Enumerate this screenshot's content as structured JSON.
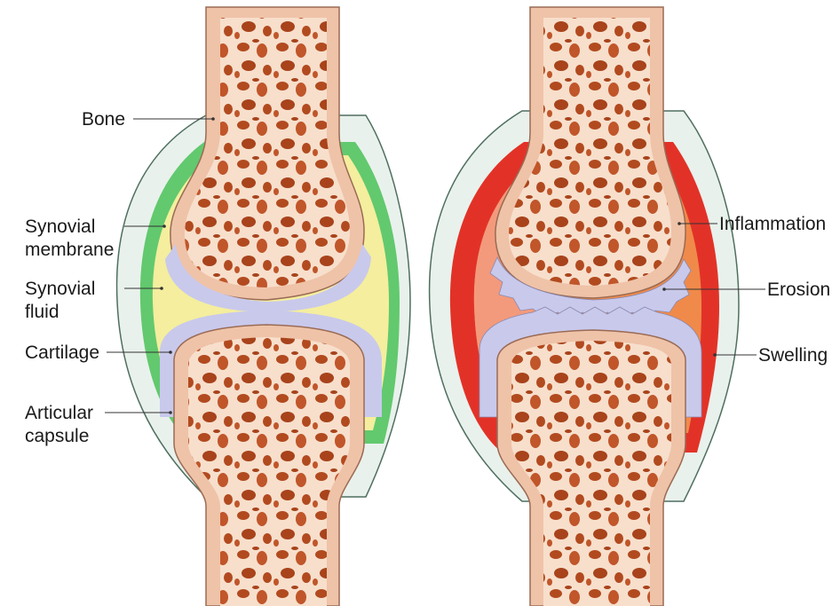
{
  "colors": {
    "bone_outer": "#efc3a8",
    "bone_line": "#9a6b55",
    "marrow_bg": "#f7dfcc",
    "marrow_hole": "#b24a1f",
    "cartilage": "#c9c9ec",
    "capsule": "#e9f1ec",
    "capsule_line": "#4f6f60",
    "membrane": "#62c96e",
    "fluid": "#f4ee9e",
    "inflammation": "#e23228",
    "swelling_fluid": "#f08a4a",
    "leader": "#333333"
  },
  "labels": {
    "bone": "Bone",
    "synovial_membrane_1": "Synovial",
    "synovial_membrane_2": "membrane",
    "synovial_fluid_1": "Synovial",
    "synovial_fluid_2": "fluid",
    "cartilage": "Cartilage",
    "articular_capsule_1": "Articular",
    "articular_capsule_2": "capsule",
    "inflammation": "Inflammation",
    "erosion": "Erosion",
    "swelling": "Swelling"
  }
}
